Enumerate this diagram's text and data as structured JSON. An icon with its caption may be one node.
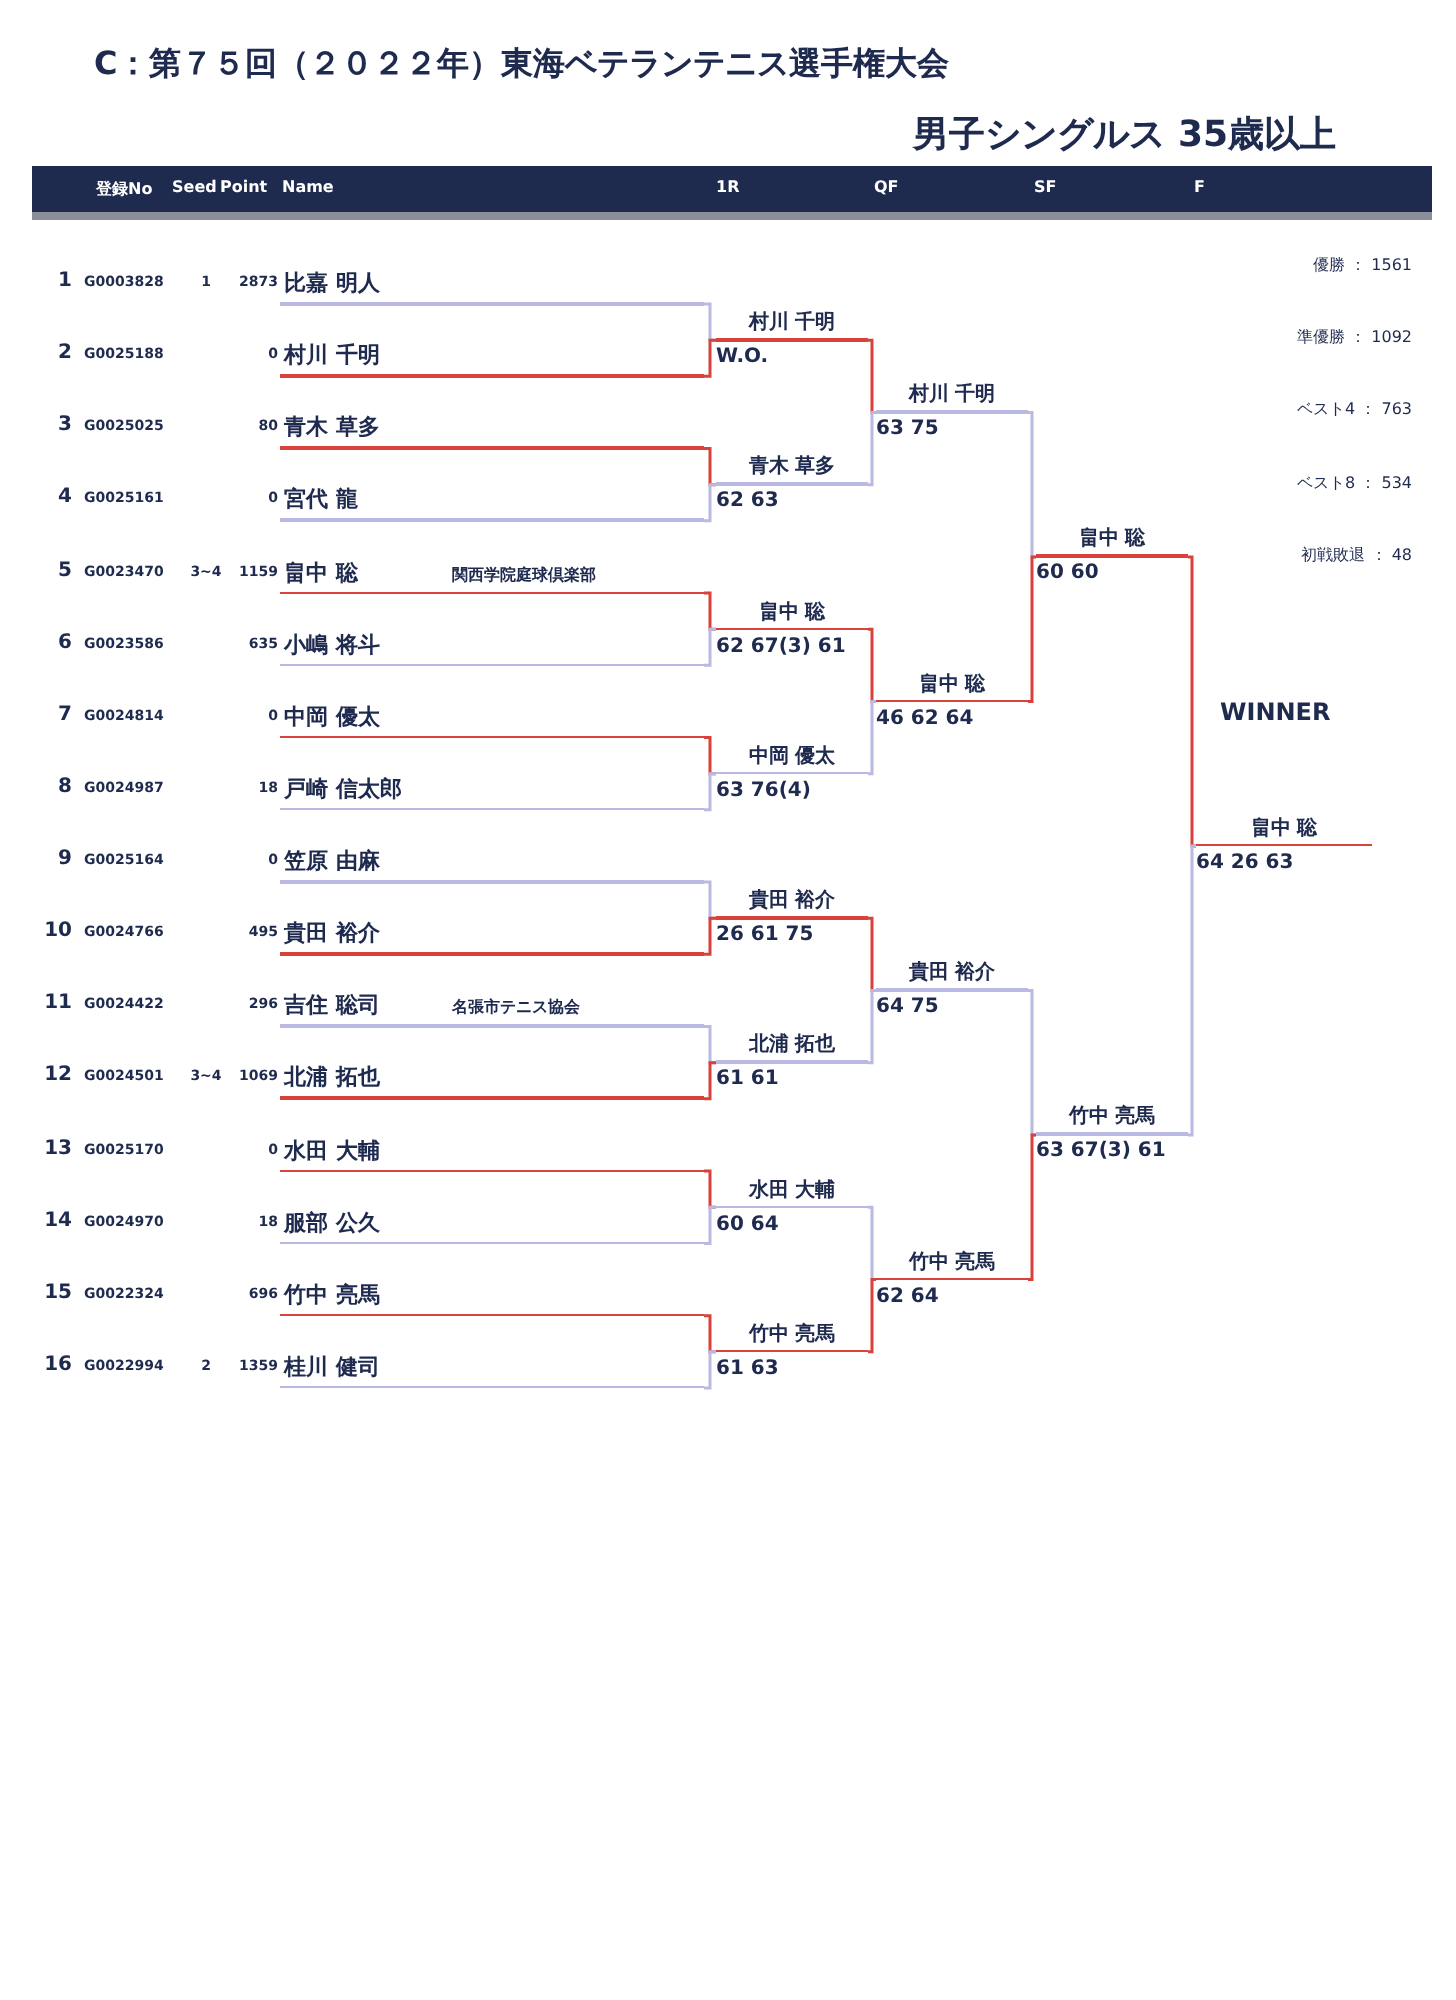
{
  "diagram": {
    "title": "C：第７５回（２０２２年）東海ベテランテニス選手権大会",
    "nodes": [
      {
        "text": [
          "比嘉 明人"
        ],
        "beside": [
          "1",
          "G0003828",
          "1",
          "2873"
        ]
      },
      {
        "text": [
          "村川 千明"
        ],
        "beside": [
          "2",
          "G0025188",
          "0"
        ]
      },
      {
        "text": [
          "青木 草多"
        ],
        "beside": [
          "3",
          "G0025025",
          "80"
        ]
      },
      {
        "text": [
          "宮代 龍"
        ],
        "beside": [
          "4",
          "G0025161",
          "0"
        ]
      },
      {
        "text": [
          "畠中 聡",
          "関西学院庭球倶楽部"
        ],
        "beside": [
          "5",
          "G0023470",
          "3~4",
          "1159"
        ]
      },
      {
        "text": [
          "小嶋 将斗"
        ],
        "beside": [
          "6",
          "G0023586",
          "635"
        ]
      },
      {
        "text": [
          "中岡 優太"
        ],
        "beside": [
          "7",
          "G0024814",
          "0"
        ]
      },
      {
        "text": [
          "戸崎 信太郎"
        ],
        "beside": [
          "8",
          "G0024987",
          "18"
        ]
      },
      {
        "text": [
          "笠原 由麻"
        ],
        "beside": [
          "9",
          "G0025164",
          "0"
        ]
      },
      {
        "text": [
          "貴田 裕介"
        ],
        "beside": [
          "10",
          "G0024766",
          "495"
        ]
      },
      {
        "text": [
          "吉住 聡司",
          "名張市テニス協会"
        ],
        "beside": [
          "11",
          "G0024422",
          "296"
        ]
      },
      {
        "text": [
          "北浦 拓也"
        ],
        "beside": [
          "12",
          "G0024501",
          "3~4",
          "1069"
        ]
      },
      {
        "text": [
          "水田 大輔"
        ],
        "beside": [
          "13",
          "G0025170",
          "0"
        ]
      },
      {
        "text": [
          "服部 公久"
        ],
        "beside": [
          "14",
          "G0024970",
          "18"
        ]
      },
      {
        "text": [
          "竹中 亮馬"
        ],
        "beside": [
          "15",
          "G0022324",
          "696"
        ]
      },
      {
        "text": [
          "桂川 健司"
        ],
        "beside": [
          "16",
          "G0022994",
          "2",
          "1359"
        ]
      },
      {
        "text": [
          "村川 千明"
        ],
        "beside": [
          "W.O."
        ]
      },
      {
        "text": [
          "青木 草多"
        ],
        "beside": [
          "62 63"
        ]
      },
      {
        "text": [
          "畠中 聡"
        ],
        "beside": [
          "62 67(3) 61"
        ]
      },
      {
        "text": [
          "中岡 優太"
        ],
        "beside": [
          "63 76(4)"
        ]
      },
      {
        "text": [
          "貴田 裕介"
        ],
        "beside": [
          "26 61 75"
        ]
      },
      {
        "text": [
          "北浦 拓也"
        ],
        "beside": [
          "61 61"
        ]
      },
      {
        "text": [
          "水田 大輔"
        ],
        "beside": [
          "60 64"
        ]
      },
      {
        "text": [
          "竹中 亮馬"
        ],
        "beside": [
          "61 63"
        ]
      },
      {
        "text": [
          "村川 千明"
        ],
        "beside": [
          "63 75"
        ]
      },
      {
        "text": [
          "畠中 聡"
        ],
        "beside": [
          "46 62 64"
        ]
      },
      {
        "text": [
          "貴田 裕介"
        ],
        "beside": [
          "64 75"
        ]
      },
      {
        "text": [
          "竹中 亮馬"
        ],
        "beside": [
          "62 64"
        ]
      },
      {
        "text": [
          "畠中 聡"
        ],
        "beside": [
          "60 60"
        ]
      },
      {
        "text": [
          "竹中 亮馬"
        ],
        "beside": [
          "63 67(3) 61"
        ]
      },
      {
        "text": [
          "畠中 聡"
        ],
        "beside": [
          "64 26 63"
        ]
      }
    ],
    "edges": [
      {
        "from": 0,
        "to": 16,
        "arrow": "none"
      },
      {
        "from": 1,
        "to": 16,
        "arrow": "none",
        "color": "#d9413b"
      },
      {
        "from": 2,
        "to": 17,
        "arrow": "none",
        "color": "#d9413b"
      },
      {
        "from": 3,
        "to": 17,
        "arrow": "none"
      },
      {
        "from": 4,
        "to": 18,
        "arrow": "none",
        "color": "#d9413b"
      },
      {
        "from": 5,
        "to": 18,
        "arrow": "none"
      },
      {
        "from": 6,
        "to": 19,
        "arrow": "none",
        "color": "#d9413b"
      },
      {
        "from": 7,
        "to": 19,
        "arrow": "none"
      },
      {
        "from": 8,
        "to": 20,
        "arrow": "none"
      },
      {
        "from": 9,
        "to": 20,
        "arrow": "none",
        "color": "#d9413b"
      },
      {
        "from": 10,
        "to": 21,
        "arrow": "none"
      },
      {
        "from": 11,
        "to": 21,
        "arrow": "none",
        "color": "#d9413b"
      },
      {
        "from": 12,
        "to": 22,
        "arrow": "none",
        "color": "#d9413b"
      },
      {
        "from": 13,
        "to": 22,
        "arrow": "none"
      },
      {
        "from": 14,
        "to": 23,
        "arrow": "none",
        "color": "#d9413b"
      },
      {
        "from": 15,
        "to": 23,
        "arrow": "none"
      },
      {
        "from": 16,
        "to": 24,
        "arrow": "none",
        "color": "#d9413b"
      },
      {
        "from": 17,
        "to": 24,
        "arrow": "none"
      },
      {
        "from": 18,
        "to": 25,
        "arrow": "none",
        "color": "#d9413b"
      },
      {
        "from": 19,
        "to": 25,
        "arrow": "none"
      },
      {
        "from": 20,
        "to": 26,
        "arrow": "none",
        "color": "#d9413b"
      },
      {
        "from": 21,
        "to": 26,
        "arrow": "none"
      },
      {
        "from": 22,
        "to": 27,
        "arrow": "none"
      },
      {
        "from": 23,
        "to": 27,
        "arrow": "none",
        "color": "#d9413b"
      },
      {
        "from": 24,
        "to": 28,
        "arrow": "none"
      },
      {
        "from": 25,
        "to": 28,
        "arrow": "none",
        "color": "#d9413b"
      },
      {
        "from": 26,
        "to": 29,
        "arrow": "none"
      },
      {
        "from": 27,
        "to": 29,
        "arrow": "none",
        "color": "#d9413b"
      },
      {
        "from": 28,
        "to": 30,
        "arrow": "none",
        "color": "#d9413b"
      },
      {
        "from": 29,
        "to": 30,
        "arrow": "none"
      }
    ],
    "labels": [
      "男子シングルス 35歳以上",
      "登録No",
      "Seed",
      "Point",
      "Name",
      "1R",
      "QF",
      "SF",
      "F",
      "優勝 ： 1561",
      "準優勝 ： 1092",
      "ベスト4 ： 763",
      "ベスト8 ： 534",
      "初戦敗退 ： 48",
      "WINNER"
    ]
  }
}
